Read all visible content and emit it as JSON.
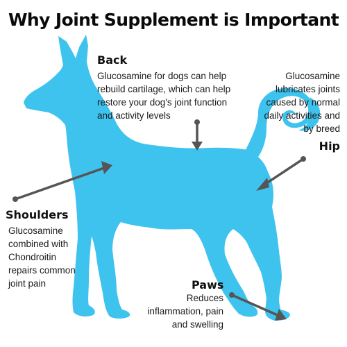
{
  "title": "Why Joint Supplement is Important",
  "dog_color": "#3ec3ee",
  "arrow_color": "#555555",
  "labels": {
    "back": {
      "heading": "Back",
      "lines": [
        "Glucosamine for dogs can help",
        "rebuild cartilage, which can help",
        "restore your dog's joint function",
        "and activity levels"
      ]
    },
    "hip": {
      "heading": "Hip",
      "lines": [
        "Glucosamine",
        "lubricates joints",
        "caused by normal",
        "daily activities and",
        "by breed"
      ]
    },
    "shoulders": {
      "heading": "Shoulders",
      "lines": [
        "Glucosamine",
        "combined with",
        "Chondroitin",
        "repairs common",
        "joint pain"
      ]
    },
    "paws": {
      "heading": "Paws",
      "lines": [
        "Reduces",
        "inflammation, pain",
        "and swelling"
      ]
    }
  }
}
